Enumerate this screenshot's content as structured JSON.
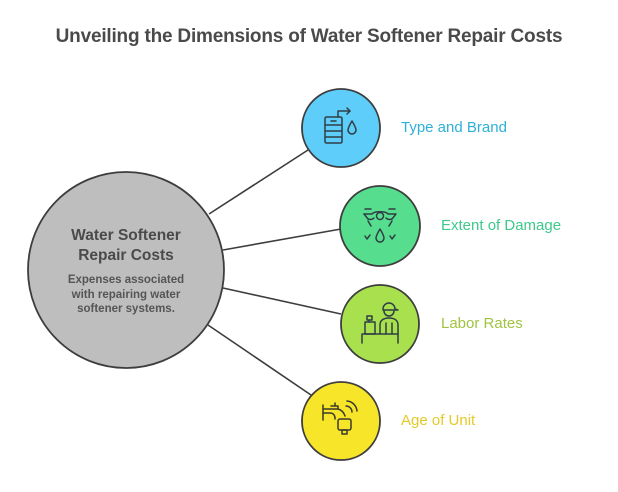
{
  "title": "Unveiling the Dimensions of Water Softener Repair Costs",
  "center": {
    "title_line1": "Water Softener",
    "title_line2": "Repair Costs",
    "desc_line1": "Expenses associated",
    "desc_line2": "with repairing water",
    "desc_line3": "softener systems.",
    "fill": "#BEBEBE"
  },
  "branches": [
    {
      "label": "Type and Brand",
      "icon": "water-softener-tank-icon",
      "fill": "#5FCDF9",
      "text_color": "#2EAFD6"
    },
    {
      "label": "Extent of Damage",
      "icon": "damage-inspection-icon",
      "fill": "#56DE8E",
      "text_color": "#3DC98A"
    },
    {
      "label": "Labor Rates",
      "icon": "technician-at-counter-icon",
      "fill": "#A8E04E",
      "text_color": "#A1C341"
    },
    {
      "label": "Age of Unit",
      "icon": "aging-faucet-icon",
      "fill": "#F7E52A",
      "text_color": "#E4C928"
    }
  ],
  "stroke_color": "#3d3d3d"
}
